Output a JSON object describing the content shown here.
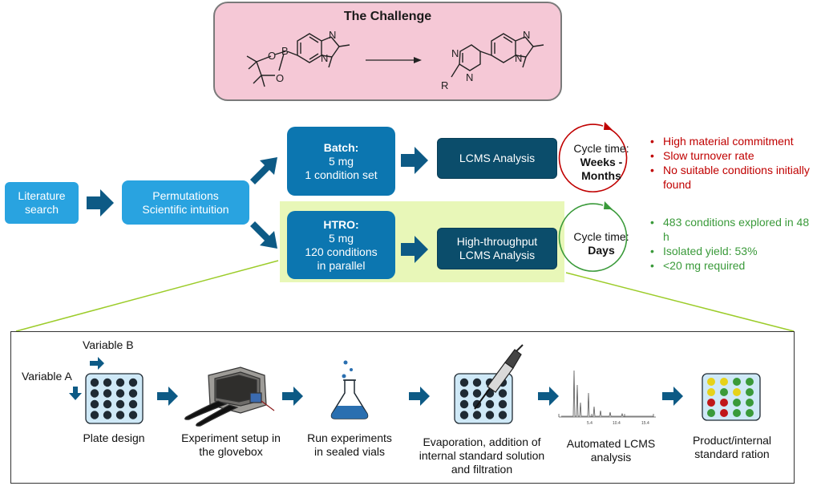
{
  "challenge": {
    "title": "The Challenge",
    "start_atoms": {
      "b": "B",
      "o1": "O",
      "o2": "O",
      "n1": "N",
      "n2": "N"
    },
    "product_atoms": {
      "n1": "N",
      "n2": "N",
      "n3": "N",
      "n4": "N",
      "r": "R"
    }
  },
  "workflow": {
    "literature": "Literature search",
    "permutations": [
      "Permutations",
      "Scientific intuition"
    ],
    "batch": {
      "title": "Batch:",
      "lines": [
        "5 mg",
        "1 condition set"
      ]
    },
    "batch_analysis": "LCMS Analysis",
    "htro": {
      "title": "HTRO:",
      "lines": [
        "5 mg",
        "120 conditions",
        "in parallel"
      ]
    },
    "htro_analysis": [
      "High-throughput",
      "LCMS Analysis"
    ]
  },
  "cycles": {
    "batch": {
      "label": "Cycle time:",
      "value_lines": [
        "Weeks -",
        "Months"
      ],
      "color": "#c00000"
    },
    "htro": {
      "label": "Cycle time:",
      "value_lines": [
        "Days"
      ],
      "color": "#3a9a3a"
    }
  },
  "outcomes": {
    "batch": [
      "High material commitment",
      "Slow turnover rate",
      "No suitable conditions initially found"
    ],
    "htro": [
      "483 conditions explored in 48 h",
      "Isolated yield: 53%",
      "<20 mg required"
    ]
  },
  "steps": {
    "variable_a": "Variable A",
    "variable_b": "Variable B",
    "items": [
      {
        "label": "Plate design"
      },
      {
        "label": "Experiment setup in the glovebox"
      },
      {
        "label": "Run experiments in sealed vials"
      },
      {
        "label": "Evaporation, addition of internal standard solution and filtration"
      },
      {
        "label": "Automated LCMS analysis"
      },
      {
        "label": "Product/internal standard ration"
      }
    ],
    "chromatogram_ticks": [
      "5.4",
      "10.4",
      "15.4"
    ]
  },
  "colors": {
    "light_blue": "#29a3e0",
    "mid_blue": "#0c76b0",
    "dark_blue": "#0b4d6b",
    "arrow": "#0d5a85",
    "challenge_bg": "#f5c8d6",
    "htro_bg": "#e8f7b8",
    "well_dark": "#1f2a33",
    "plate_bg": "#cfe9f7",
    "well_green": "#3a9a3a",
    "well_yellow": "#e6d21a",
    "well_red": "#c0161a"
  }
}
